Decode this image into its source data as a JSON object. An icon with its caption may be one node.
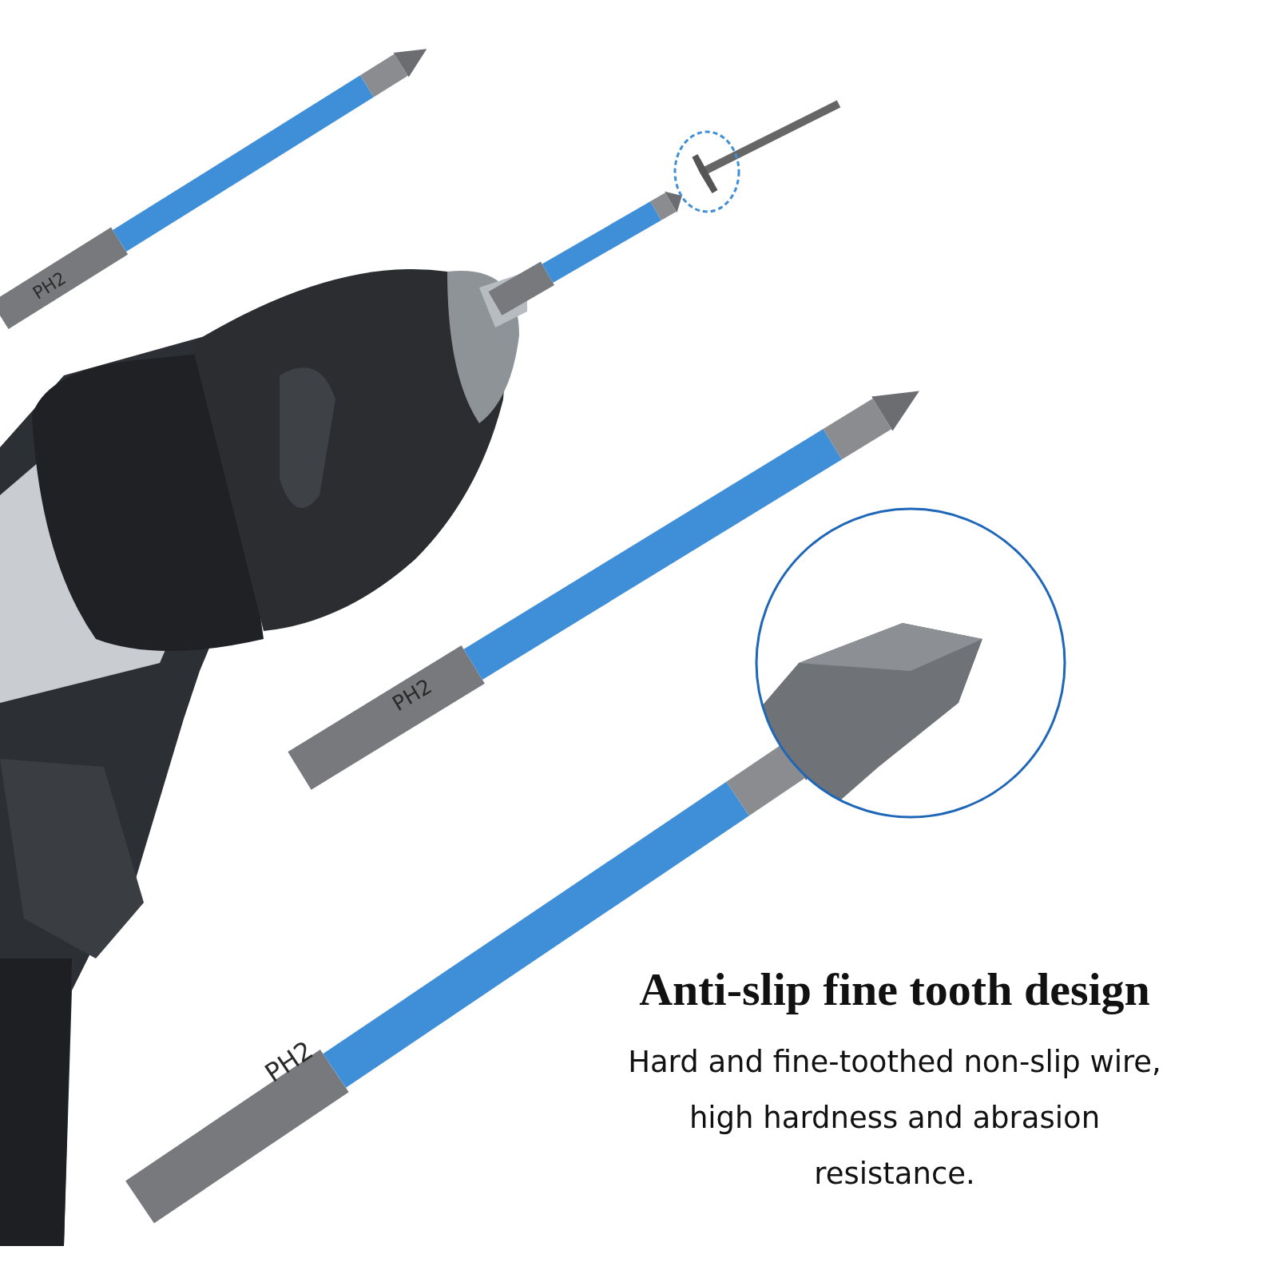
{
  "diagram": {
    "title": "Anti-slip fine tooth design",
    "caption": "Hard and fine-toothed non-slip wire, high hardness and abrasion resistance.",
    "labels": [
      "PH2",
      "PH2",
      "PH2"
    ]
  }
}
